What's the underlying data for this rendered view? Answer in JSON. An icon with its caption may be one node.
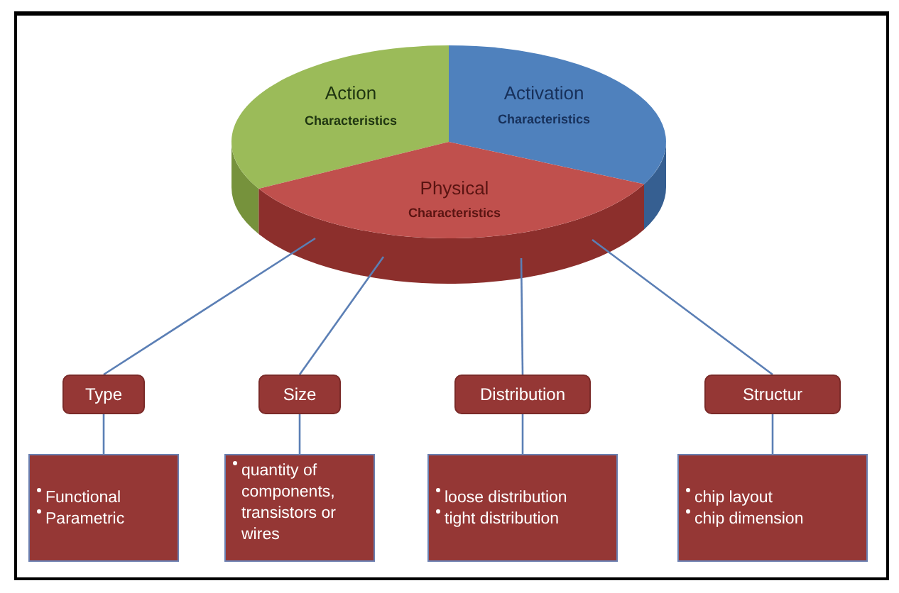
{
  "diagram": {
    "nodes": [
      {
        "text": [
          "Action",
          "Characteristics"
        ]
      },
      {
        "text": [
          "Activation",
          "Characteristics"
        ]
      },
      {
        "text": [
          "Physical",
          "Characteristics"
        ]
      },
      {
        "text": [
          "Type"
        ]
      },
      {
        "text": [
          "Size"
        ]
      },
      {
        "text": [
          "Distribution"
        ]
      },
      {
        "text": [
          "Structur"
        ]
      },
      {
        "text": [
          "Functional",
          "Parametric"
        ]
      },
      {
        "text": [
          "quantity of components, transistors or wires"
        ]
      },
      {
        "text": [
          "loose distribution",
          "tight distribution"
        ]
      },
      {
        "text": [
          "chip layout",
          "chip dimension"
        ]
      }
    ],
    "edges": [
      {
        "from": 2,
        "to": 3,
        "arrow": "none"
      },
      {
        "from": 2,
        "to": 4,
        "arrow": "none"
      },
      {
        "from": 2,
        "to": 5,
        "arrow": "none"
      },
      {
        "from": 2,
        "to": 6,
        "arrow": "none"
      },
      {
        "from": 3,
        "to": 7,
        "arrow": "none"
      },
      {
        "from": 4,
        "to": 8,
        "arrow": "none"
      },
      {
        "from": 5,
        "to": 9,
        "arrow": "none"
      },
      {
        "from": 6,
        "to": 10,
        "arrow": "none"
      }
    ]
  }
}
